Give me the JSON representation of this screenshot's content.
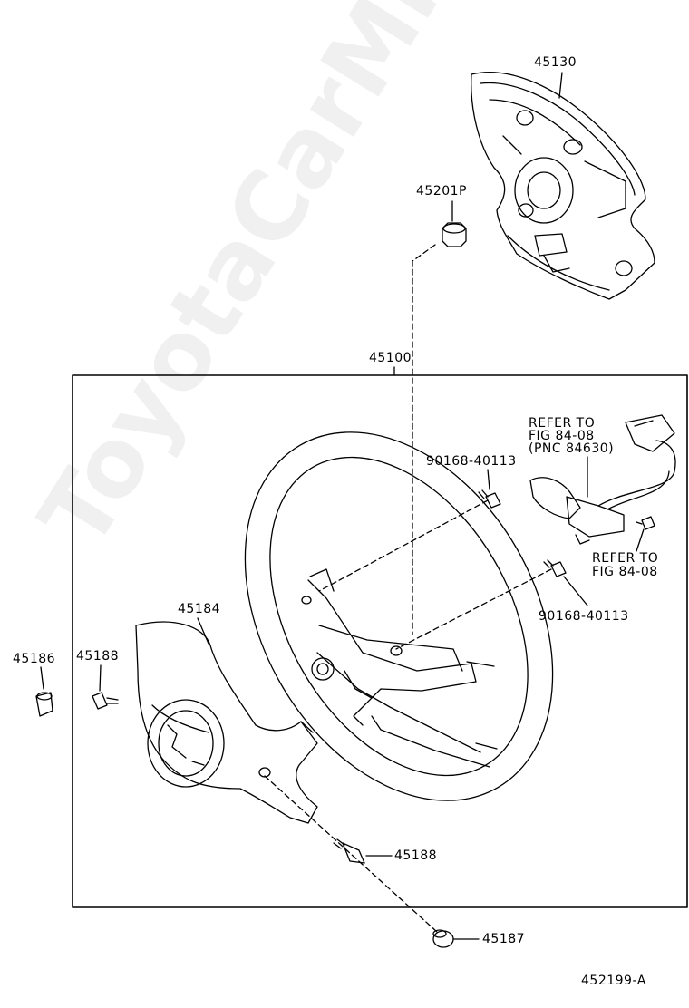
{
  "watermark": "ToyotaCarMind.ru",
  "part_labels": {
    "p45130": "45130",
    "p45201p": "45201P",
    "p45100": "45100",
    "p90168_upper": "90168-40113",
    "p90168_lower": "90168-40113",
    "p45184": "45184",
    "p45186": "45186",
    "p45188_left": "45188",
    "p45188_bottom": "45188",
    "p45187": "45187"
  },
  "notes": {
    "refer_upper_line1": "REFER TO",
    "refer_upper_line2": "FIG 84-08",
    "refer_upper_line3": "(PNC 84630)",
    "refer_lower_line1": "REFER TO",
    "refer_lower_line2": "FIG 84-08"
  },
  "figure_code": "452199-A"
}
